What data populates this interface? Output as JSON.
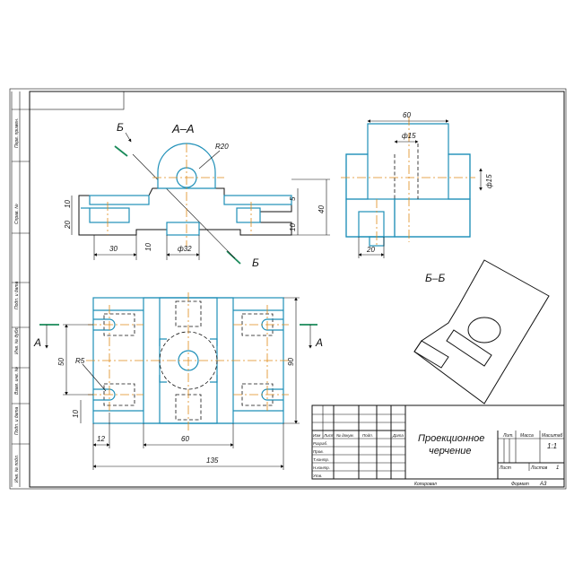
{
  "sections": {
    "aa": "А–А",
    "bb": "Б–Б",
    "b_top": "Б",
    "b_bot": "Б",
    "a_left": "А",
    "a_right": "А"
  },
  "dims": {
    "front": {
      "r20": "R20",
      "d10a": "10",
      "d20": "20",
      "d5": "5",
      "d40": "40",
      "d10b": "10",
      "d10c": "10",
      "d30": "30",
      "d32": "ф32"
    },
    "side": {
      "d60": "60",
      "d15": "ф15",
      "d15v": "ф15",
      "d20": "20"
    },
    "top": {
      "r5": "R5",
      "d50": "50",
      "d10": "10",
      "d90": "90",
      "d12": "12",
      "d60": "60",
      "d135": "135"
    }
  },
  "margin_labels": [
    "Перв. примен.",
    "Справ. №",
    "Подп. и дата",
    "Инв. № дубл.",
    "Взам. инв. №",
    "Подп. и дата",
    "Инв. № подл."
  ],
  "title_block": {
    "title_line1": "Проекционное",
    "title_line2": "черчение",
    "col_izm": "Изм",
    "col_list": "Лист",
    "col_doc": "№ докум.",
    "col_podp": "Подп.",
    "col_date": "Дата",
    "row_razrab": "Разраб.",
    "row_prov": "Пров.",
    "row_tkontr": "Т.контр.",
    "row_nkontr": "Н.контр.",
    "row_utv": "Утв.",
    "lit": "Лит.",
    "massa": "Масса",
    "masshtab": "Масштаб",
    "scale_value": "1:1",
    "list_label": "Лист",
    "listov_label": "Листов",
    "listov_value": "1",
    "kopiroval": "Копировал",
    "format": "Формат",
    "format_value": "А3"
  },
  "colors": {
    "outline": "#1e8fb8",
    "axis": "#e08a1a",
    "marker": "#1a8a5a",
    "ink": "#111111"
  }
}
